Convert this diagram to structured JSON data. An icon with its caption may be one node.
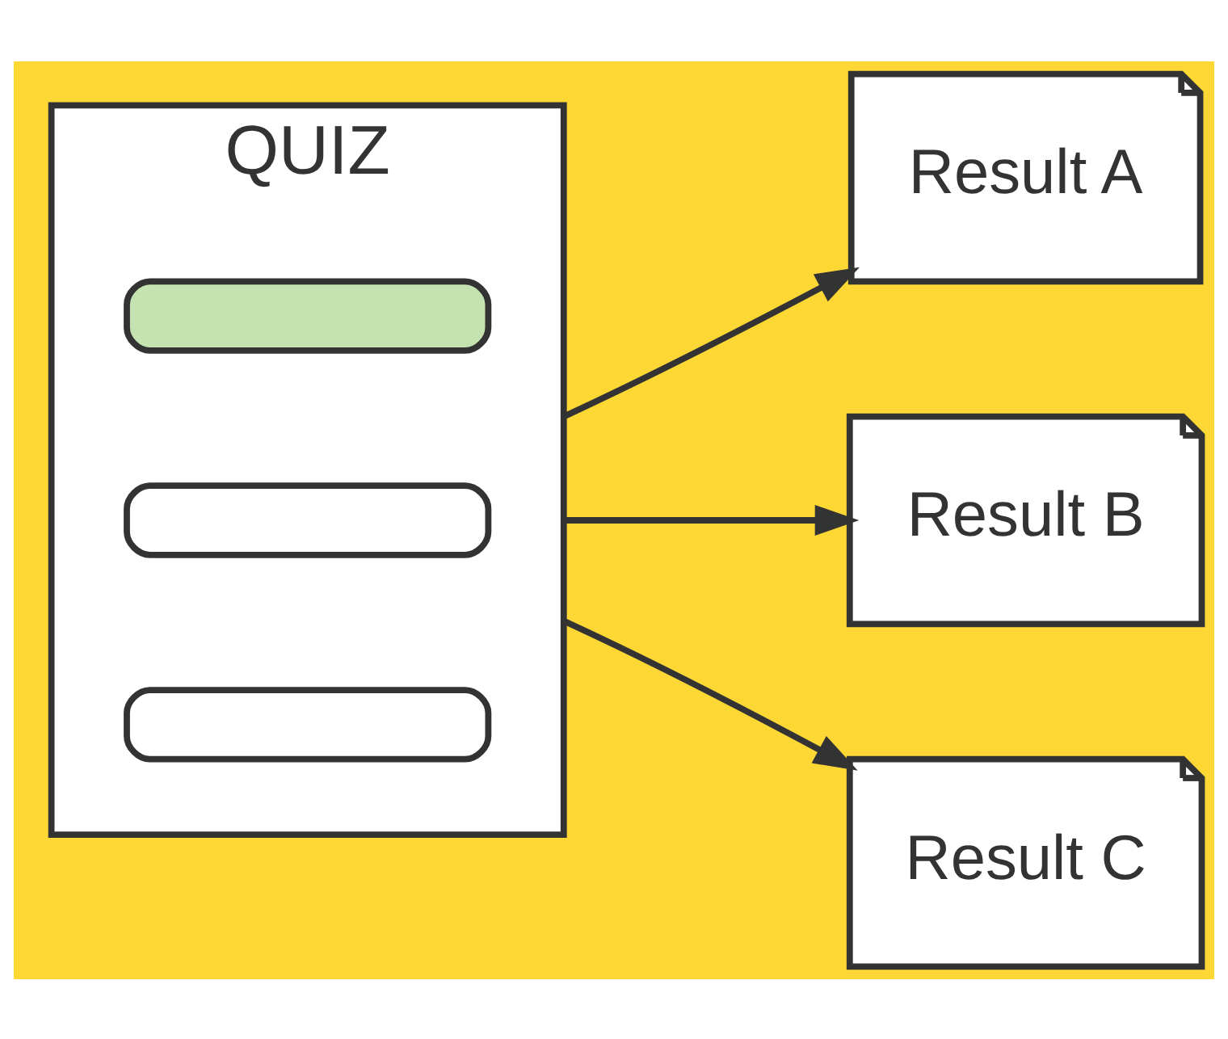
{
  "diagram": {
    "nodes": [
      {
        "text": [
          "QUIZ"
        ]
      },
      {
        "text": [],
        "shape": "box",
        "in": 0
      },
      {
        "text": [],
        "shape": "box",
        "in": 0
      },
      {
        "text": [],
        "shape": "box",
        "in": 0
      },
      {
        "text": [
          "Result A"
        ]
      },
      {
        "text": [
          "Result B"
        ]
      },
      {
        "text": [
          "Result C"
        ]
      }
    ],
    "edges": [
      {
        "from": 0,
        "to": 4,
        "arrow": "to"
      },
      {
        "from": 0,
        "to": 5,
        "arrow": "to"
      },
      {
        "from": 0,
        "to": 6,
        "arrow": "to"
      }
    ]
  }
}
